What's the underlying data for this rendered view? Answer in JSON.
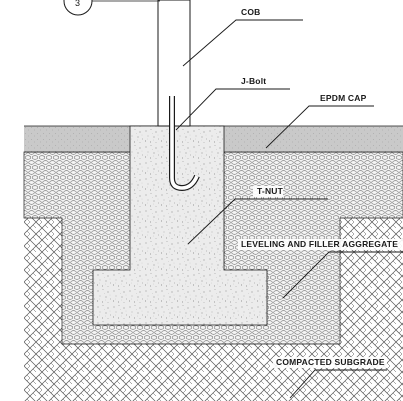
{
  "detail_number": "3",
  "labels": {
    "cob": "COB",
    "j_bolt": "J-Bolt",
    "epdm_cap": "EPDM CAP",
    "t_nut": "T-NUT",
    "aggregate": "LEVELING AND FILLER AGGREGATE",
    "subgrade": "COMPACTED SUBGRADE"
  }
}
